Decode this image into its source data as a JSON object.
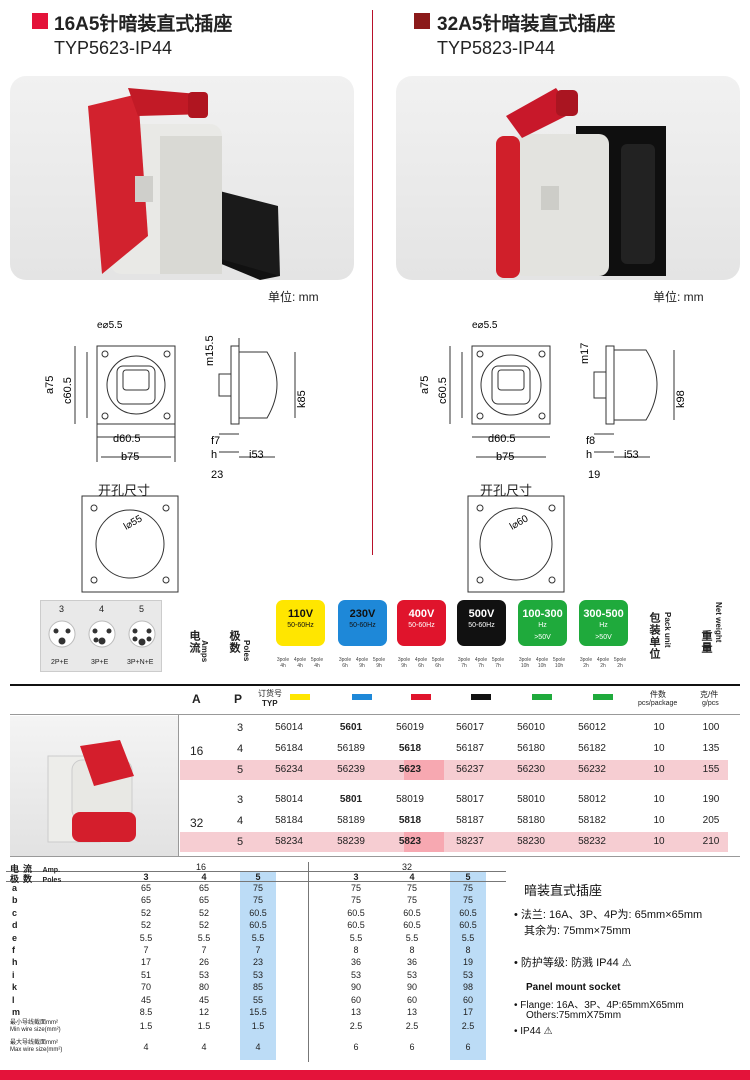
{
  "colors": {
    "accent": "#e4133a",
    "dark_accent": "#8b1a1a"
  },
  "left": {
    "title": "16A5针暗装直式插座",
    "model": "TYP5623-IP44",
    "unit": "单位: mm",
    "dims": {
      "e": "e⌀5.5",
      "a": "a75",
      "c": "c60.5",
      "d": "d60.5",
      "b": "b75",
      "m": "m15.5",
      "k": "k85",
      "f": "f7",
      "h": "h",
      "i": "i53",
      "under": "23",
      "hole": "开孔尺寸",
      "diam": "l⌀55"
    }
  },
  "right": {
    "title": "32A5针暗装直式插座",
    "model": "TYP5823-IP44",
    "unit": "单位: mm",
    "dims": {
      "e": "e⌀5.5",
      "a": "a75",
      "c": "c60.5",
      "d": "d60.5",
      "b": "b75",
      "m": "m17",
      "k": "k98",
      "f": "f8",
      "h": "h",
      "i": "i53",
      "under": "19",
      "hole": "开孔尺寸",
      "diam": "l⌀60"
    }
  },
  "config": [
    {
      "num": "3",
      "label": "2P+E"
    },
    {
      "num": "4",
      "label": "3P+E"
    },
    {
      "num": "5",
      "label": "3P+N+E"
    }
  ],
  "headers": {
    "current_cn": "电流",
    "current_en": "Amps",
    "poles_cn": "极数",
    "poles_en": "Poles",
    "pack_cn": "包装单位",
    "pack_en": "Pack unit",
    "weight_cn": "重量",
    "weight_en": "Net weight",
    "A": "A",
    "P": "P",
    "order": "订货号",
    "typ": "TYP",
    "pcs": "件数",
    "pcs_en": "pcs/package",
    "kg": "克/件",
    "kg_en": "g/pcs"
  },
  "voltages": [
    {
      "v": "110V",
      "hz": "50-60Hz",
      "bg": "#ffe600",
      "fg": "#111",
      "p": [
        "3pole",
        "4pole",
        "5pole"
      ],
      "h": [
        "4h",
        "4h",
        "4h"
      ]
    },
    {
      "v": "230V",
      "hz": "50-60Hz",
      "bg": "#1e88d8",
      "fg": "#111",
      "p": [
        "3pole",
        "4pole",
        "5pole"
      ],
      "h": [
        "6h",
        "9h",
        "9h"
      ]
    },
    {
      "v": "400V",
      "hz": "50-60Hz",
      "bg": "#e0142c",
      "fg": "#fff",
      "p": [
        "3pole",
        "4pole",
        "5pole"
      ],
      "h": [
        "9h",
        "6h",
        "6h"
      ]
    },
    {
      "v": "500V",
      "hz": "50-60Hz",
      "bg": "#111111",
      "fg": "#fff",
      "p": [
        "3pole",
        "4pole",
        "5pole"
      ],
      "h": [
        "7h",
        "7h",
        "7h"
      ]
    },
    {
      "v": "100-300",
      "hz": "Hz",
      "hz2": ">50V",
      "bg": "#1faa3c",
      "fg": "#fff",
      "p": [
        "3pole",
        "4pole",
        "5pole"
      ],
      "h": [
        "10h",
        "10h",
        "10h"
      ]
    },
    {
      "v": "300-500",
      "hz": "Hz",
      "hz2": ">50V",
      "bg": "#1faa3c",
      "fg": "#fff",
      "p": [
        "3pole",
        "4pole",
        "5pole"
      ],
      "h": [
        "2h",
        "2h",
        "2h"
      ]
    }
  ],
  "swatches": [
    "#ffe600",
    "#1e88d8",
    "#e0142c",
    "#111111",
    "#1faa3c",
    "#1faa3c"
  ],
  "rows16": {
    "amp": "16",
    "rows": [
      {
        "p": "3",
        "c": [
          "56014",
          "5601",
          "56019",
          "56017",
          "56010",
          "56012"
        ],
        "pk": "10",
        "w": "100"
      },
      {
        "p": "4",
        "c": [
          "56184",
          "56189",
          "5618",
          "56187",
          "56180",
          "56182"
        ],
        "pk": "10",
        "w": "135"
      },
      {
        "p": "5",
        "c": [
          "56234",
          "56239",
          "5623",
          "56237",
          "56230",
          "56232"
        ],
        "pk": "10",
        "w": "155"
      }
    ]
  },
  "rows32": {
    "amp": "32",
    "rows": [
      {
        "p": "3",
        "c": [
          "58014",
          "5801",
          "58019",
          "58017",
          "58010",
          "58012"
        ],
        "pk": "10",
        "w": "190"
      },
      {
        "p": "4",
        "c": [
          "58184",
          "58189",
          "5818",
          "58187",
          "58180",
          "58182"
        ],
        "pk": "10",
        "w": "205"
      },
      {
        "p": "5",
        "c": [
          "58234",
          "58239",
          "5823",
          "58237",
          "58230",
          "58232"
        ],
        "pk": "10",
        "w": "210"
      }
    ]
  },
  "spec": {
    "current": "电流",
    "current_en": "Amp.",
    "poles": "极数",
    "poles_en": "Poles",
    "amp16": "16",
    "amp32": "32",
    "labels": [
      "a",
      "b",
      "c",
      "d",
      "e",
      "f",
      "h",
      "i",
      "k",
      "l",
      "m"
    ],
    "min_wire": "最小导线截面mm²",
    "min_wire_en": "Min wire size(mm²)",
    "max_wire": "最大导线截面mm²",
    "max_wire_en": "Max wire size(mm²)",
    "cols": [
      {
        "p": "3",
        "v": [
          "65",
          "65",
          "52",
          "52",
          "5.5",
          "7",
          "17",
          "51",
          "70",
          "45",
          "8.5"
        ],
        "min": "1.5",
        "max": "4"
      },
      {
        "p": "4",
        "v": [
          "65",
          "65",
          "52",
          "52",
          "5.5",
          "7",
          "26",
          "53",
          "80",
          "45",
          "12"
        ],
        "min": "1.5",
        "max": "4"
      },
      {
        "p": "5",
        "v": [
          "75",
          "75",
          "60.5",
          "60.5",
          "5.5",
          "7",
          "23",
          "53",
          "85",
          "55",
          "15.5"
        ],
        "min": "1.5",
        "max": "4"
      },
      {
        "p": "3",
        "v": [
          "75",
          "75",
          "60.5",
          "60.5",
          "5.5",
          "8",
          "36",
          "53",
          "90",
          "60",
          "13"
        ],
        "min": "2.5",
        "max": "6"
      },
      {
        "p": "4",
        "v": [
          "75",
          "75",
          "60.5",
          "60.5",
          "5.5",
          "8",
          "36",
          "53",
          "90",
          "60",
          "13"
        ],
        "min": "2.5",
        "max": "6"
      },
      {
        "p": "5",
        "v": [
          "75",
          "75",
          "60.5",
          "60.5",
          "5.5",
          "8",
          "19",
          "53",
          "98",
          "60",
          "17"
        ],
        "min": "2.5",
        "max": "6"
      }
    ]
  },
  "notes": {
    "title": "暗装直式插座",
    "flange": "法兰: 16A、3P、4P为: 65mm×65mm",
    "other": "其余为: 75mm×75mm",
    "protect": "防护等级: 防溅     IP44",
    "en_title": "Panel mount socket",
    "en_flange": "Flange: 16A、3P、4P:65mmX65mm",
    "en_other": "Others:75mmX75mm",
    "en_ip": "IP44"
  }
}
